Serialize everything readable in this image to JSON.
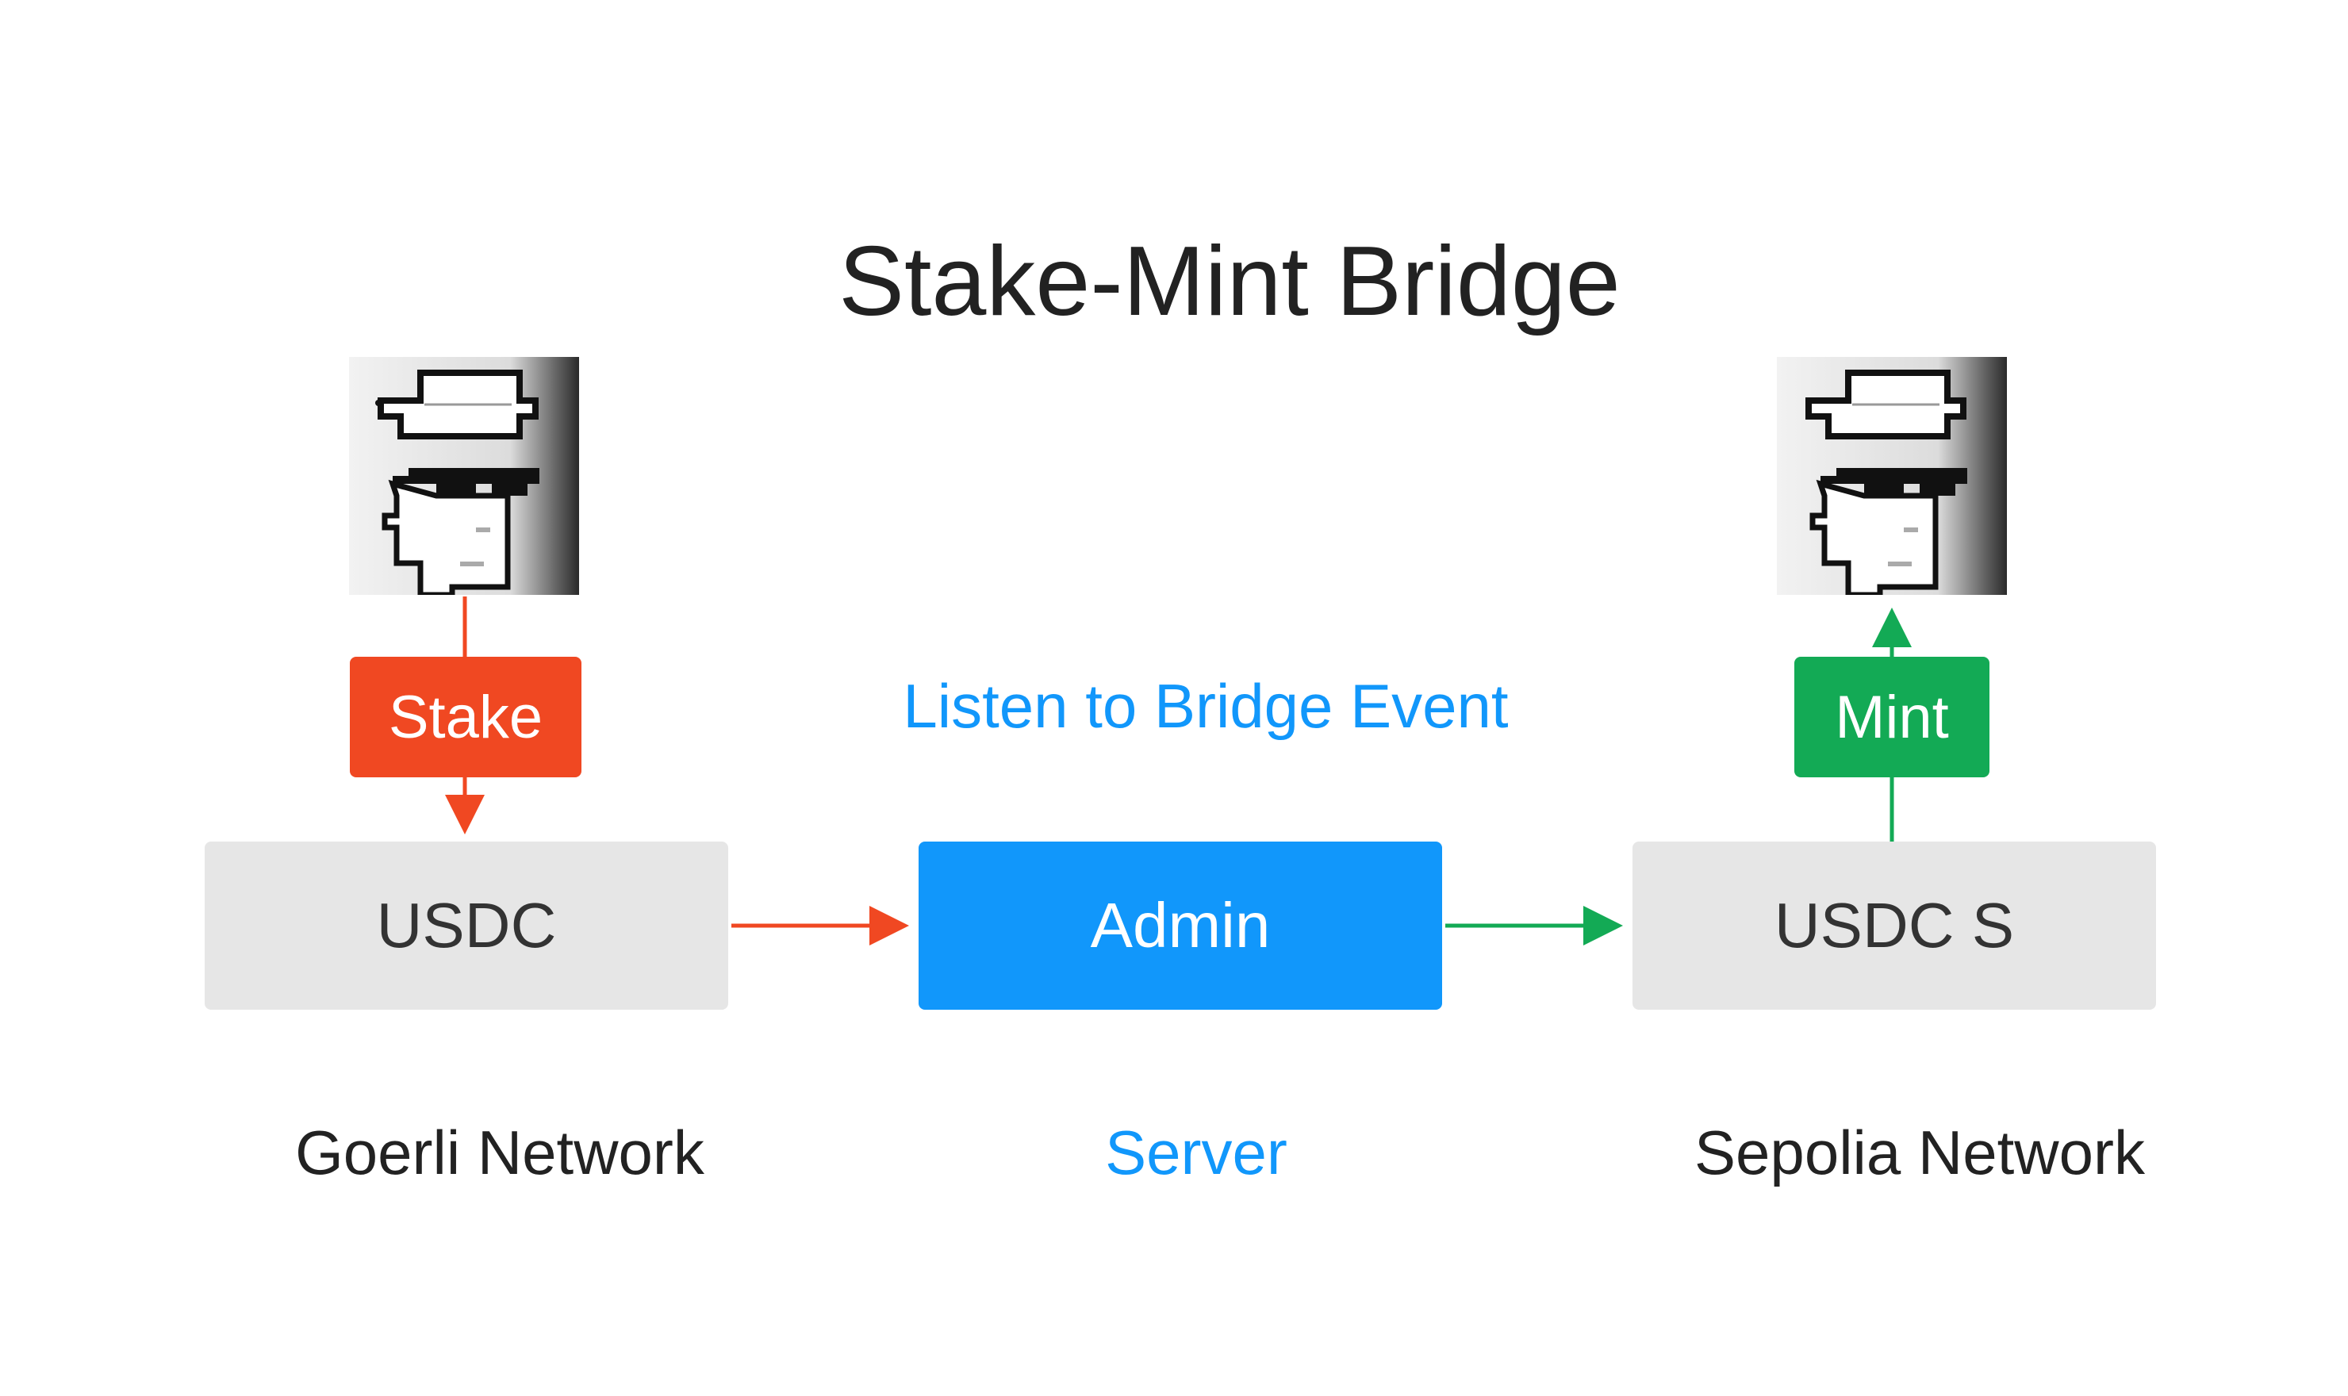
{
  "title": "Stake-Mint Bridge",
  "nodes": {
    "usdc": "USDC",
    "admin": "Admin",
    "usdc_s": "USDC S"
  },
  "actions": {
    "stake": "Stake",
    "mint": "Mint"
  },
  "event_label": "Listen to Bridge Event",
  "networks": {
    "goerli": "Goerli Network",
    "server": "Server",
    "sepolia": "Sepolia Network"
  },
  "colors": {
    "stake": "#f04822",
    "mint": "#13aa55",
    "server": "#1197fb",
    "node_gray": "#e6e6e6"
  },
  "icons": {
    "left_avatar": "pixel-hat-avatar-icon",
    "right_avatar": "pixel-hat-avatar-icon"
  }
}
